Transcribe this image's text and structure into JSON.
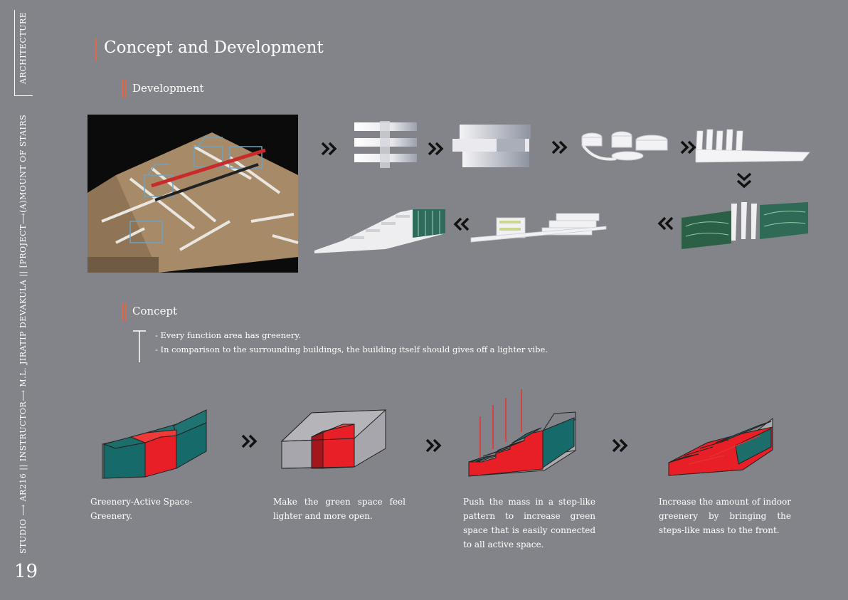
{
  "side": {
    "category": "ARCHITECTURE",
    "credits": "STUDIO ⟶ AR216   ||   INSTRUCTOR⟶ M.L. JIRATIP DEVAKULA   ||   [PROJECT⟶(A)MOUNT OF STAIRS",
    "page_number": "19"
  },
  "header": {
    "title": "Concept and Development"
  },
  "development": {
    "heading": "Development",
    "steps": [
      "photo-model",
      "stacked-slabs",
      "offset-boxes",
      "curved-forms",
      "fin-structure",
      "green-facade",
      "stepped-terraces",
      "stepped-mass"
    ]
  },
  "concept": {
    "heading": "Concept",
    "bullets": [
      "- Every function area has greenery.",
      "- In comparison to the surrounding buildings, the building itself should gives off a lighter vibe."
    ],
    "colors": {
      "green": "#176a6a",
      "red": "#e81f27",
      "accent": "#d9694a"
    },
    "diagrams": [
      {
        "caption": "Greenery-Active Space-Greenery."
      },
      {
        "caption": "Make the green space feel lighter and more open."
      },
      {
        "caption": "Push the mass in a step-like pattern to increase green space that is easily connected to all active space."
      },
      {
        "caption": "Increase the amount of indoor greenery by bringing the steps-like mass to the front."
      }
    ]
  }
}
